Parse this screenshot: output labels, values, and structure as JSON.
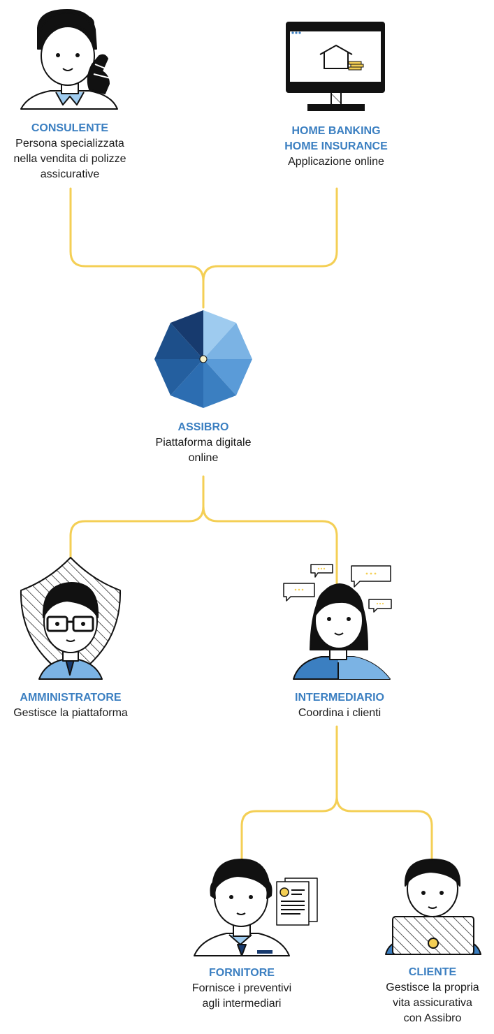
{
  "colors": {
    "connector": "#f4cf55",
    "title": "#3b7fc1",
    "outline": "#111111",
    "dark_blue": "#173a6e",
    "mid_blue": "#2c6db1",
    "light_blue": "#9ecbef",
    "accent_yellow": "#f4cf55"
  },
  "nodes": {
    "consulente": {
      "title": "CONSULENTE",
      "desc": [
        "Persona specializzata",
        "nella vendita di polizze",
        "assicurative"
      ],
      "icon": "consultant-phone-icon"
    },
    "homebanking": {
      "title": [
        "HOME BANKING",
        "HOME INSURANCE"
      ],
      "desc": [
        "Applicazione online"
      ],
      "icon": "computer-monitor-house-icon"
    },
    "assibro": {
      "title": "ASSIBRO",
      "desc": [
        "Piattaforma digitale",
        "online"
      ],
      "icon": "umbrella-icon"
    },
    "amministratore": {
      "title": "AMMINISTRATORE",
      "desc": [
        "Gestisce la piattaforma"
      ],
      "icon": "admin-shield-icon"
    },
    "intermediario": {
      "title": "INTERMEDIARIO",
      "desc": [
        "Coordina i clienti"
      ],
      "icon": "intermediary-chat-icon"
    },
    "fornitore": {
      "title": "FORNITORE",
      "desc": [
        "Fornisce i preventivi",
        "agli intermediari"
      ],
      "icon": "supplier-documents-icon"
    },
    "cliente": {
      "title": "CLIENTE",
      "desc": [
        "Gestisce la propria",
        "vita assicurativa",
        "con Assibro"
      ],
      "icon": "client-laptop-icon"
    }
  }
}
